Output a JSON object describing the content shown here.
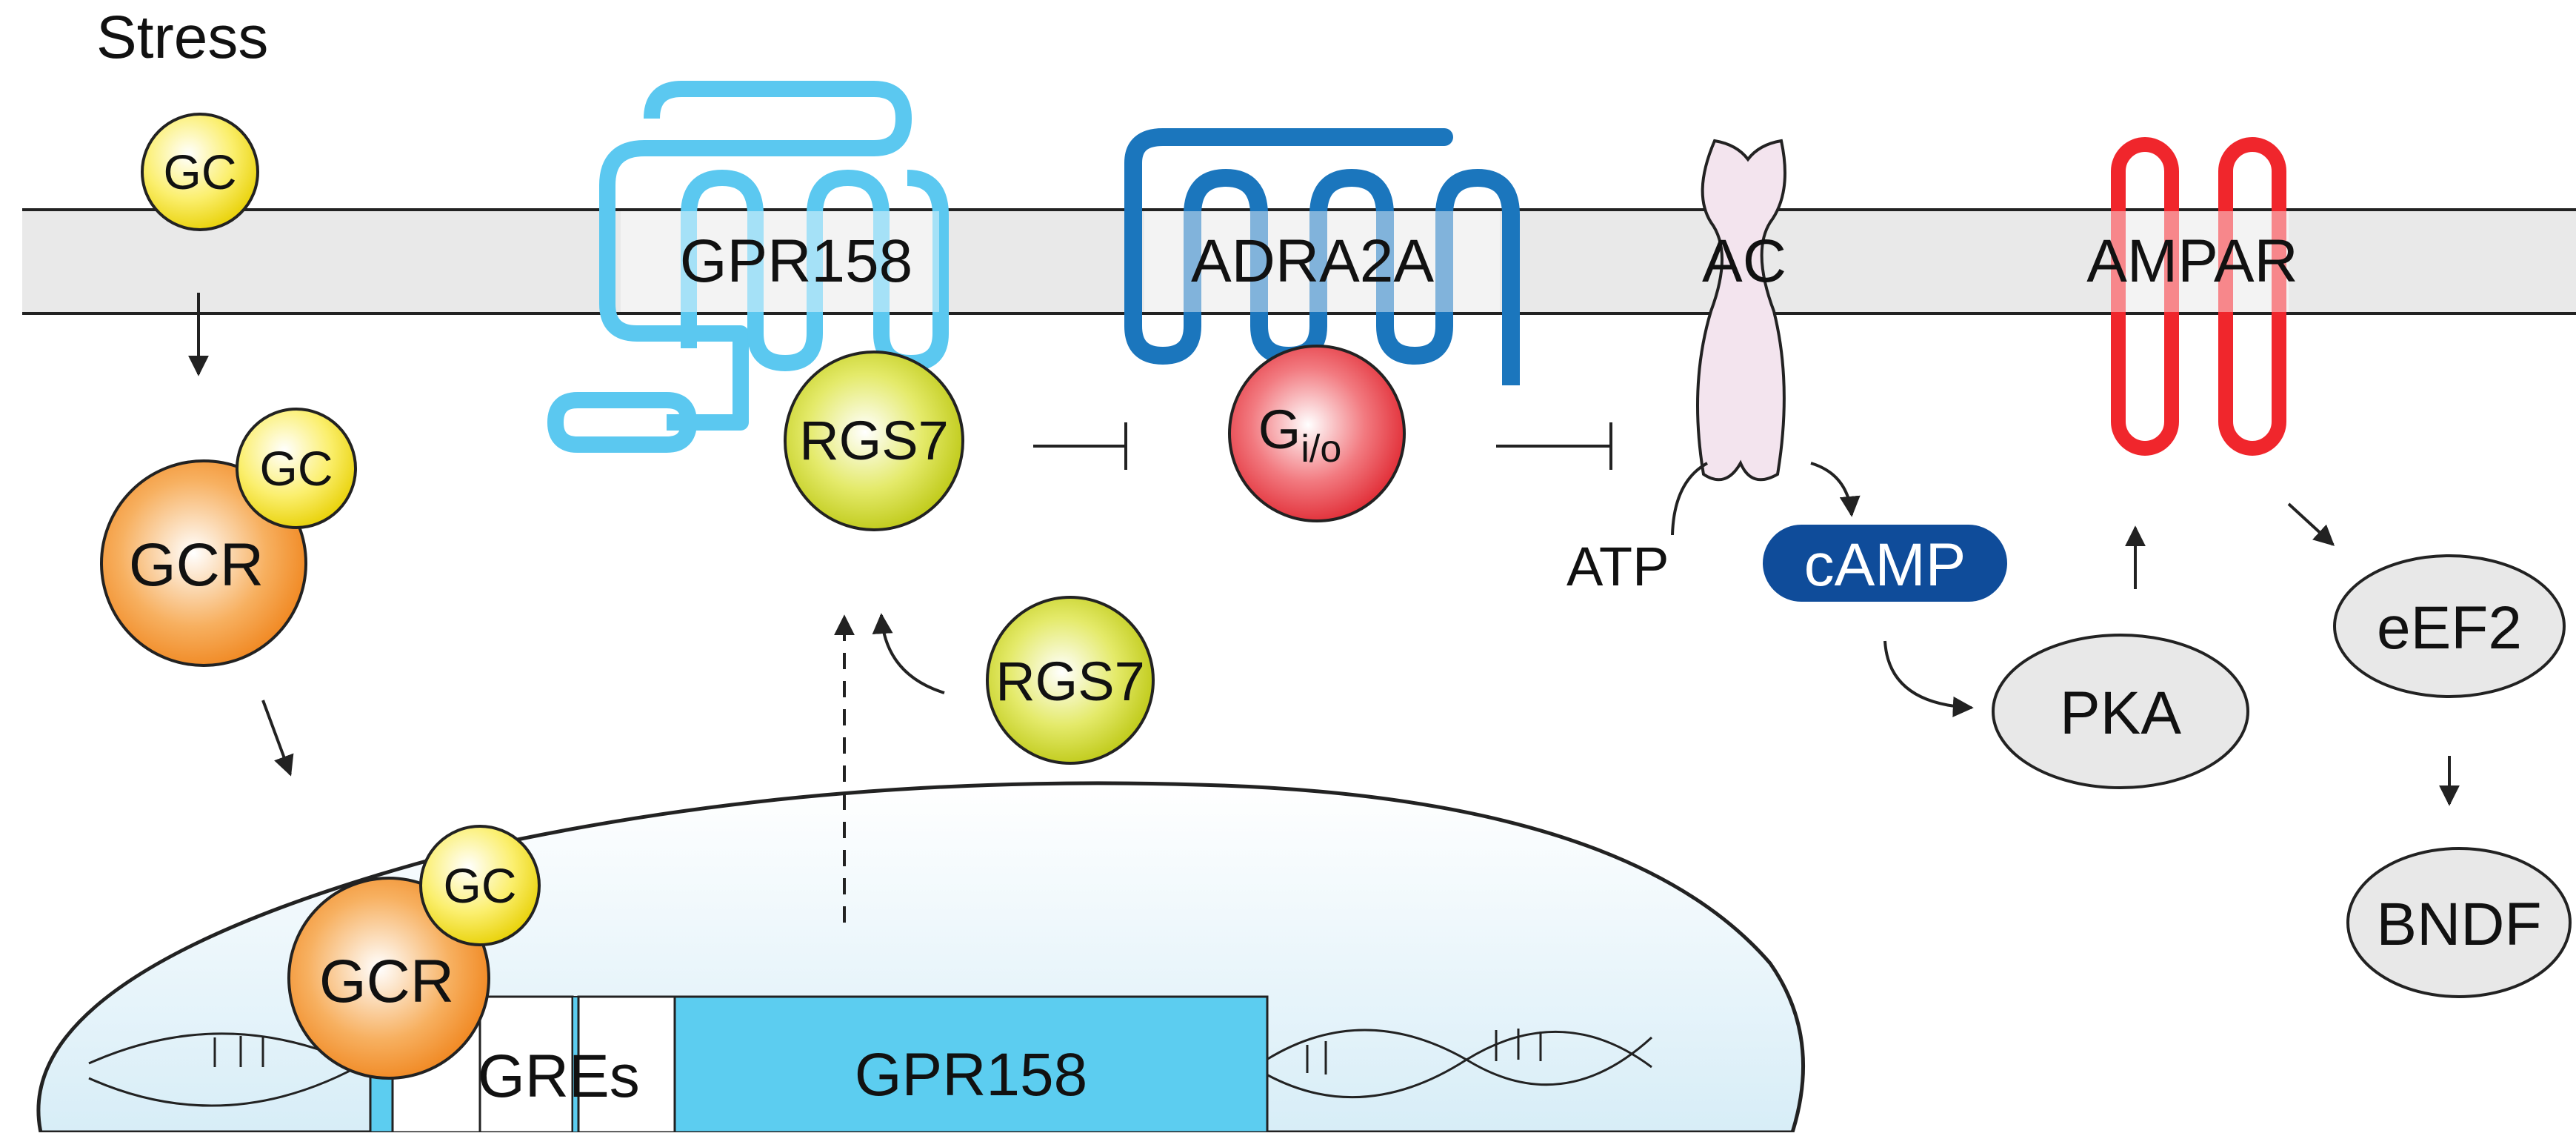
{
  "labels": {
    "stress": "Stress",
    "gc": "GC",
    "gcr": "GCR",
    "gpr158": "GPR158",
    "adra2a": "ADRA2A",
    "ac": "AC",
    "ampar": "AMPAR",
    "rgs7": "RGS7",
    "g_main": "G",
    "g_sub": "i/o",
    "atp": "ATP",
    "camp": "cAMP",
    "pka": "PKA",
    "eef2": "eEF2",
    "bndf": "BNDF",
    "gres": "GREs",
    "gene": "GPR158"
  },
  "colors": {
    "membrane": "#e9e9e9",
    "gpr158": "#5bc8f0",
    "adra2a": "#1b76bd",
    "ampar": "#f0262c",
    "ac": "#f3e4ee",
    "camp": "#0f4c9a",
    "gene": "#5ccdf0",
    "gc": "#f5e020",
    "gcr": "#f28d1e",
    "rgs7": "#c8d21a",
    "gio": "#e8252f",
    "oval": "#e8e8e8"
  }
}
